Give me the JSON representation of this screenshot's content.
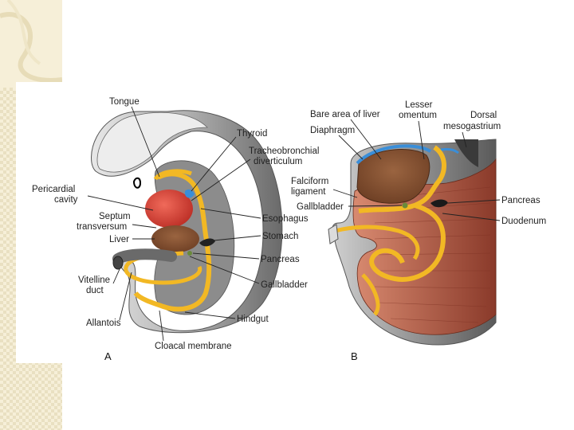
{
  "panel_a": {
    "letter": "A",
    "labels": {
      "tongue": "Tongue",
      "thyroid": "Thyroid",
      "tracheobronchial_1": "Tracheobronchial",
      "tracheobronchial_2": "diverticulum",
      "pericardial_1": "Pericardial",
      "pericardial_2": "cavity",
      "septum_1": "Septum",
      "septum_2": "transversum",
      "esophagus": "Esophagus",
      "liver": "Liver",
      "stomach": "Stomach",
      "pancreas": "Pancreas",
      "vitelline_1": "Vitelline",
      "vitelline_2": "duct",
      "gallbladder": "Gallbladder",
      "allantois": "Allantois",
      "hindgut": "Hindgut",
      "cloacal": "Cloacal membrane"
    }
  },
  "panel_b": {
    "letter": "B",
    "labels": {
      "bare_area": "Bare area of liver",
      "lesser_1": "Lesser",
      "lesser_2": "omentum",
      "dorsal_1": "Dorsal",
      "dorsal_2": "mesogastrium",
      "diaphragm": "Diaphragm",
      "falciform_1": "Falciform",
      "falciform_2": "ligament",
      "pancreas": "Pancreas",
      "gallbladder": "Gallbladder",
      "duodenum": "Duodenum"
    }
  },
  "colors": {
    "tissue_gray": "#9a9a9a",
    "tissue_dark": "#4a4a4a",
    "liver_brown": "#7a4a2e",
    "gut_yellow": "#f2b824",
    "heart_red": "#d23a2e",
    "mesentery_red": "#b85a48",
    "diaphragm_blue": "#3a8ed8"
  }
}
